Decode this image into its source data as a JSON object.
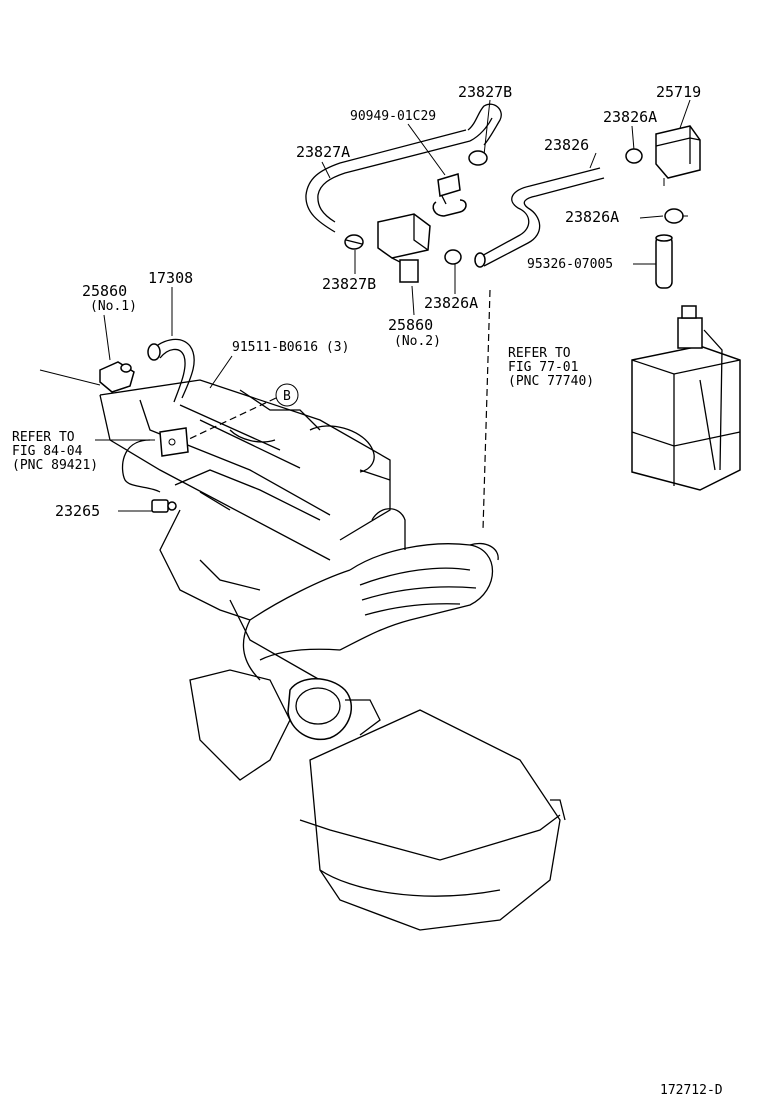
{
  "labels": {
    "p23827B_top": "23827B",
    "p25719": "25719",
    "p90949": "90949-01C29",
    "p23826A_top": "23826A",
    "p23827A": "23827A",
    "p23826": "23826",
    "p23826A_mid": "23826A",
    "p95326": "95326-07005",
    "p23827B_bottom": "23827B",
    "p23826A_bottom": "23826A",
    "p25860_no2": "25860",
    "no2": "(No.2)",
    "p25860_no1": "25860",
    "no1": "(No.1)",
    "p17308": "17308",
    "p91511": "91511-B0616 (3)",
    "circle_b": "B",
    "p23265": "23265",
    "figure_code": "172712-D"
  },
  "refs": {
    "ref1": [
      "REFER TO",
      "FIG 84-04",
      "(PNC 89421)"
    ],
    "ref2": [
      "REFER TO",
      "FIG 77-01",
      "(PNC 77740)"
    ]
  }
}
